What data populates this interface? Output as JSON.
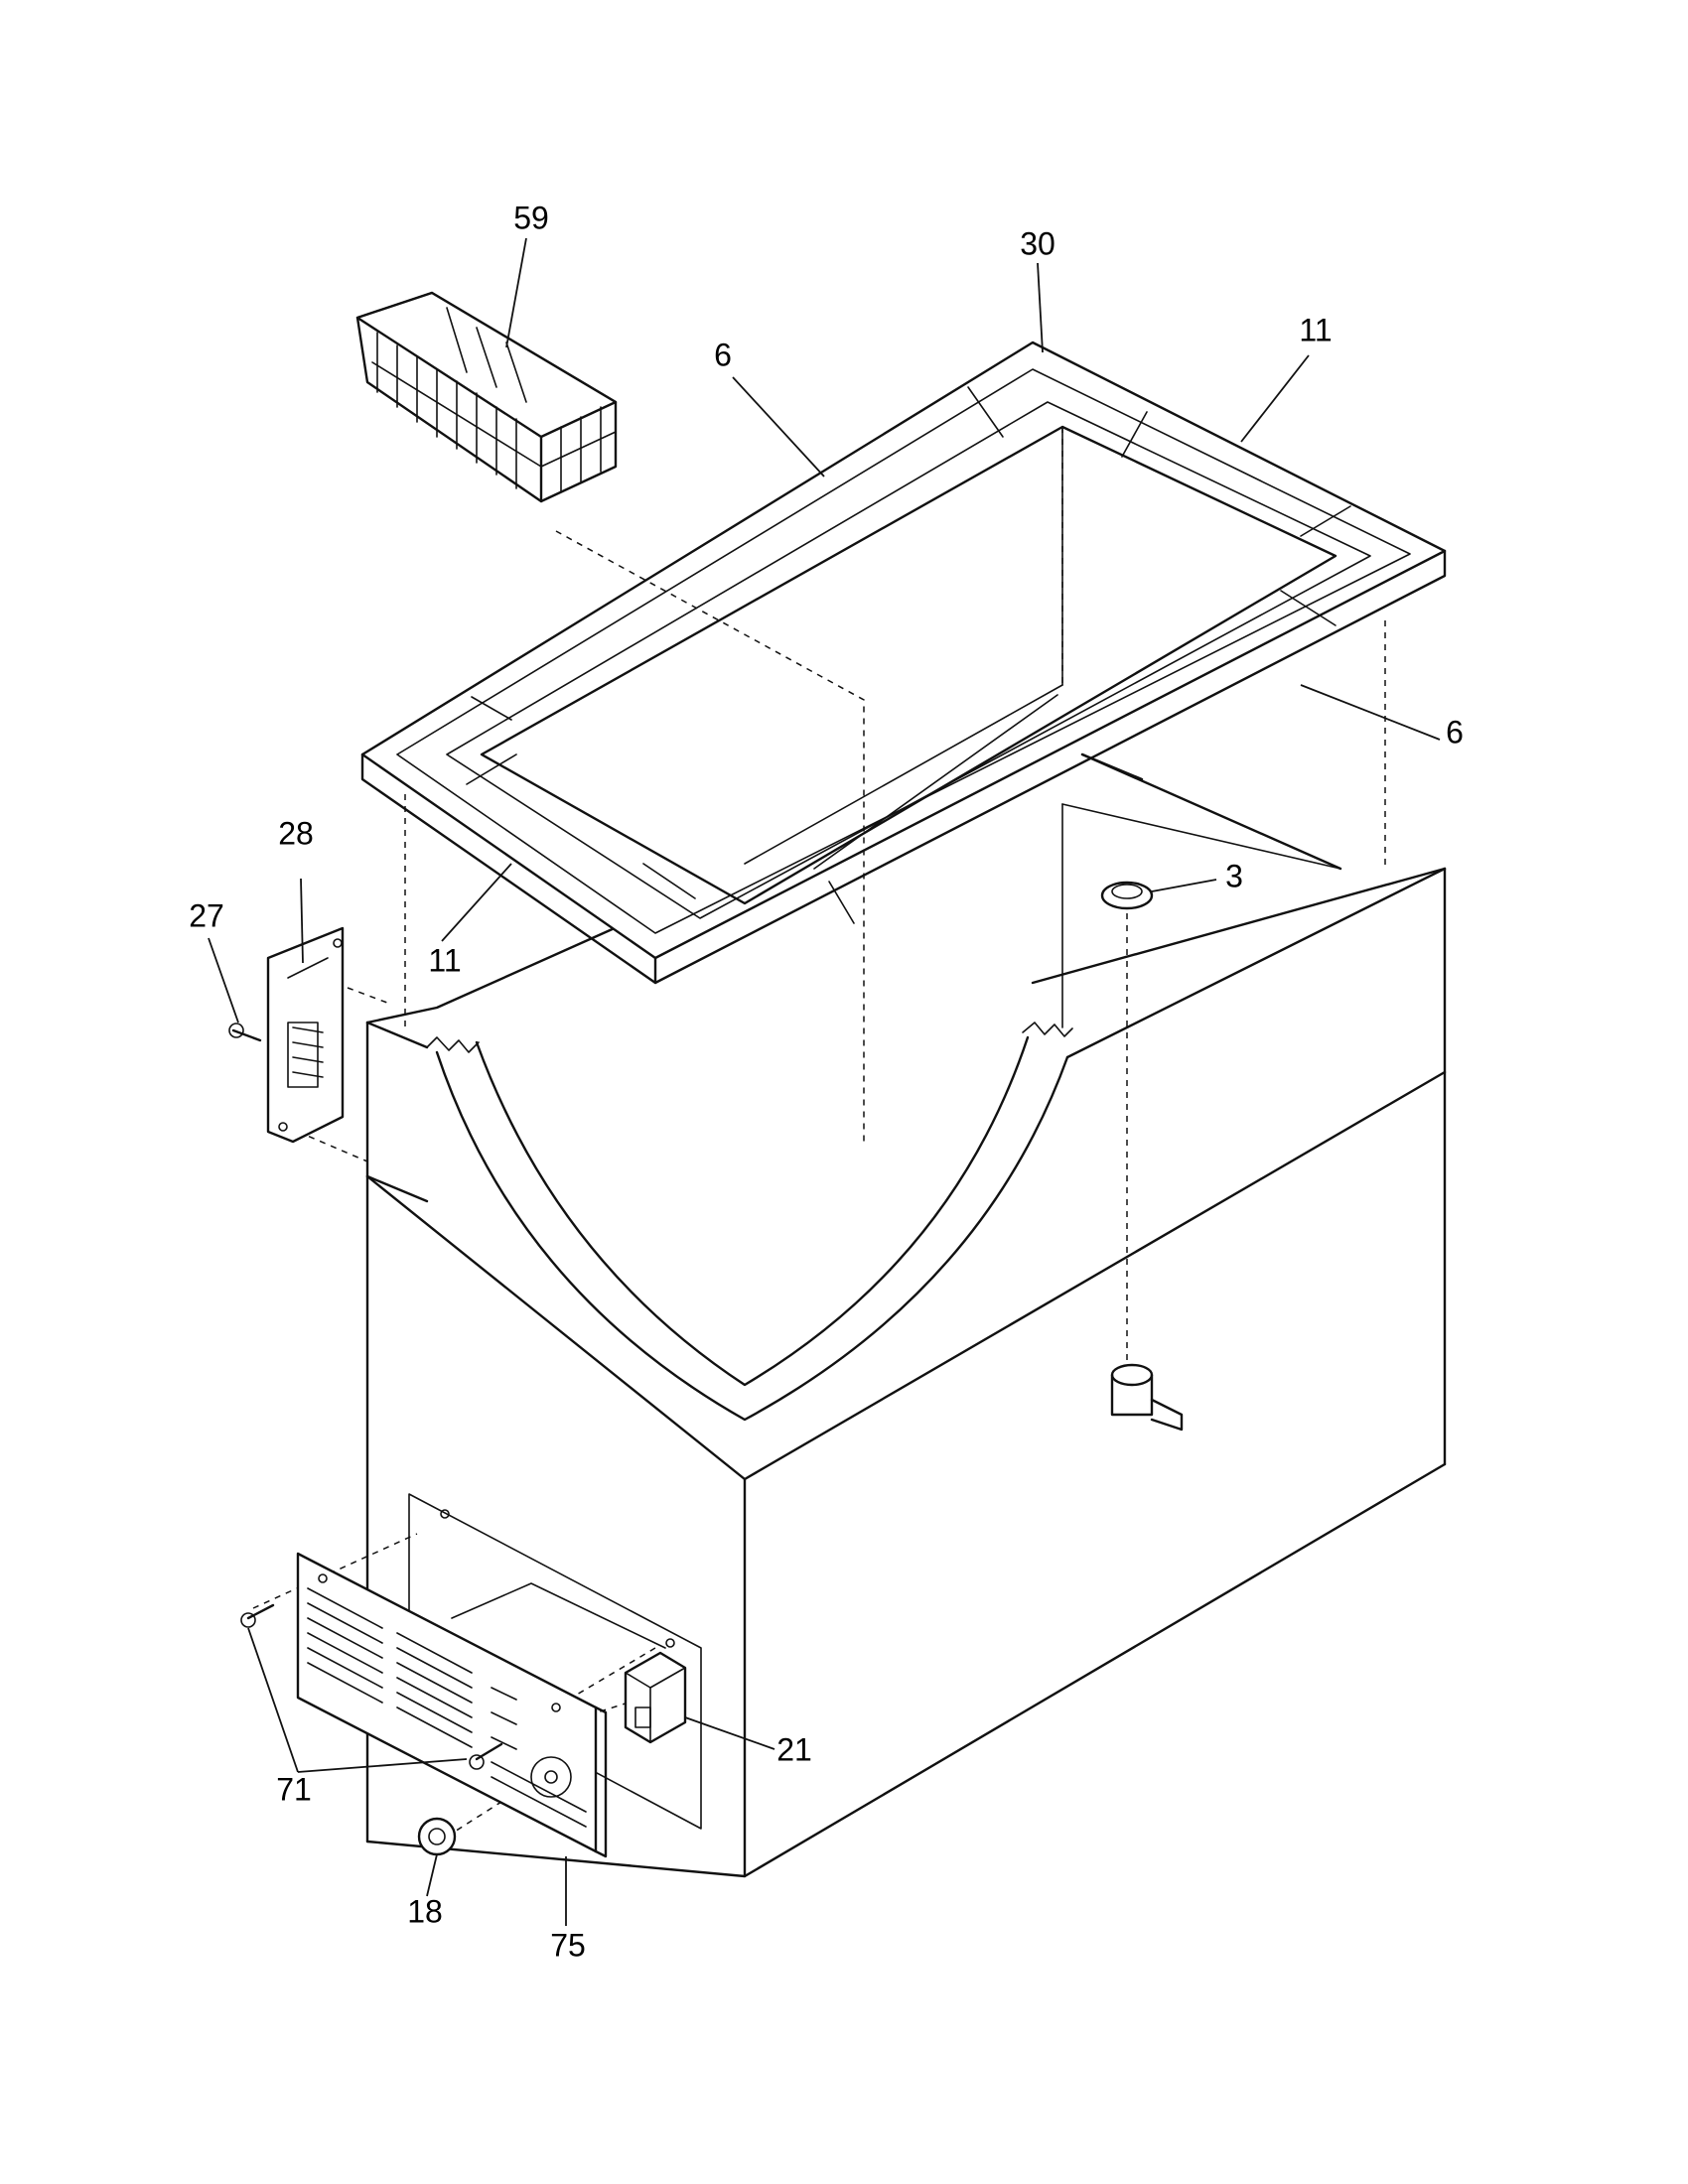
{
  "callouts": [
    {
      "id": "basket",
      "text": "59"
    },
    {
      "id": "gasket-corner-back",
      "text": "30"
    },
    {
      "id": "gasket-side-back-right",
      "text": "11"
    },
    {
      "id": "gasket-long-back",
      "text": "6"
    },
    {
      "id": "gasket-long-front",
      "text": "6"
    },
    {
      "id": "hinge",
      "text": "28"
    },
    {
      "id": "hinge-screw",
      "text": "27"
    },
    {
      "id": "gasket-side-front-left",
      "text": "11"
    },
    {
      "id": "drain-plug",
      "text": "3"
    },
    {
      "id": "switch",
      "text": "21"
    },
    {
      "id": "grille-screw",
      "text": "71"
    },
    {
      "id": "knob",
      "text": "18"
    },
    {
      "id": "grille",
      "text": "75"
    }
  ]
}
